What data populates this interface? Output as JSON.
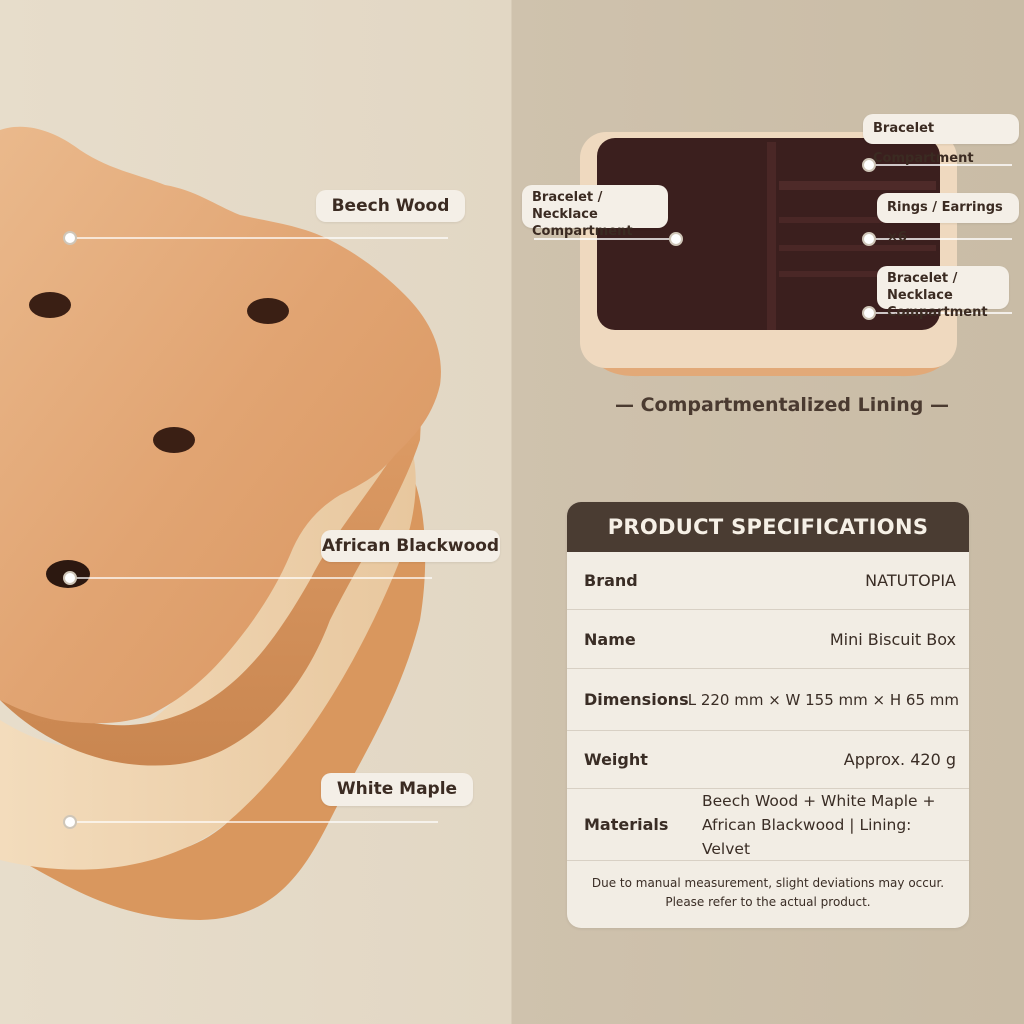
{
  "left_labels": {
    "beech": "Beech Wood",
    "blackwood": "African Blackwood",
    "maple": "White Maple"
  },
  "right_labels": {
    "bracelet_top": "Bracelet Compartment",
    "bracelet_necklace_left": "Bracelet / Necklace Compartment",
    "rings": "Rings / Earrings ×6",
    "bracelet_necklace_right": "Bracelet / Necklace Compartment"
  },
  "caption": "— Compartmentalized Lining —",
  "specs": {
    "title": "PRODUCT SPECIFICATIONS",
    "rows": [
      {
        "label": "Brand",
        "value": "NATUTOPIA"
      },
      {
        "label": "Name",
        "value": "Mini Biscuit Box"
      },
      {
        "label": "Dimensions",
        "value": "L 220 mm × W 155 mm × H 65 mm"
      },
      {
        "label": "Weight",
        "value": "Approx. 420 g"
      },
      {
        "label": "Materials",
        "value": "Beech Wood + White Maple + African Blackwood | Lining: Velvet"
      }
    ],
    "note_line1": "Due to manual measurement, slight deviations may occur.",
    "note_line2": "Please refer to the actual product."
  },
  "colors": {
    "beech": "#e3a875",
    "maple": "#efcfa8",
    "velvet": "#3a1d1c",
    "header": "#4a3c32"
  }
}
